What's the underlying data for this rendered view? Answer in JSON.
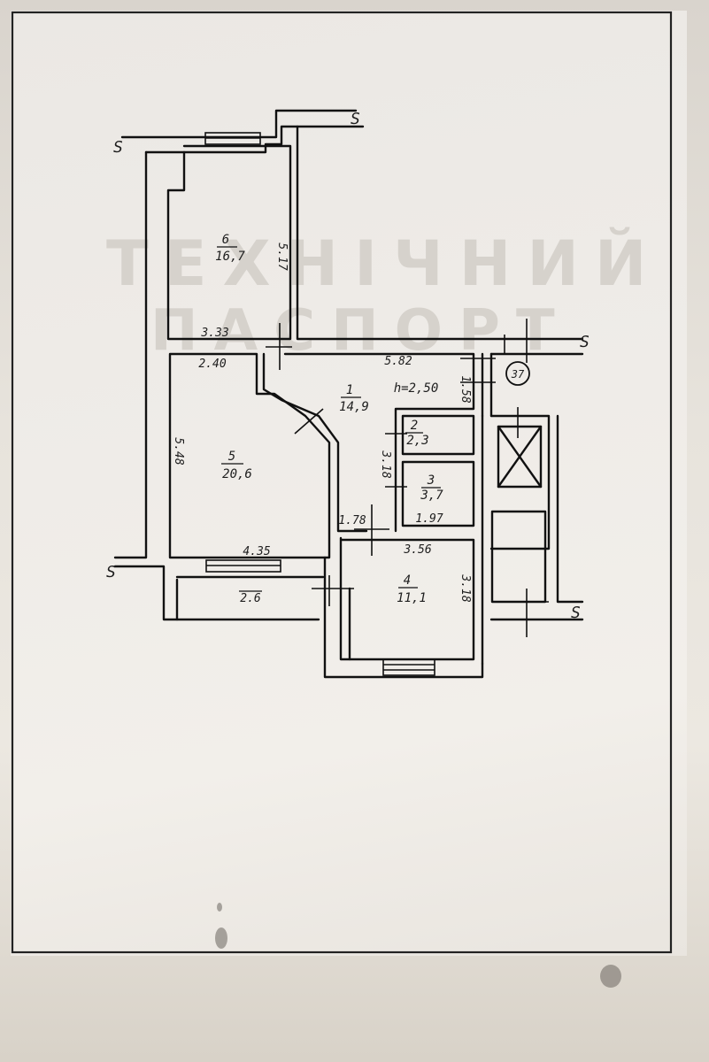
{
  "watermark": {
    "line1": "ТЕХНІЧНИЙ",
    "line2": "ПАСПОРТ"
  },
  "plan": {
    "ceiling_height": "h=2,50",
    "riser_marker": "37",
    "rooms": [
      {
        "id": "room-1",
        "number": "1",
        "area": "14,9"
      },
      {
        "id": "room-2",
        "number": "2",
        "area": "2,3"
      },
      {
        "id": "room-3",
        "number": "3",
        "area": "3,7"
      },
      {
        "id": "room-4",
        "number": "4",
        "area": "11,1"
      },
      {
        "id": "room-5",
        "number": "5",
        "area": "20,6"
      },
      {
        "id": "room-6",
        "number": "6",
        "area": "16,7"
      }
    ],
    "dimensions": {
      "d_3_33": "3.33",
      "d_5_17": "5.17",
      "d_2_40": "2.40",
      "d_5_82": "5.82",
      "d_1_58": "1.58",
      "d_5_48": "5.48",
      "d_3_18_a": "3.18",
      "d_1_97": "1.97",
      "d_1_78": "1.78",
      "d_3_56": "3.56",
      "d_4_35": "4.35",
      "d_2_6": "2.6",
      "d_3_18_b": "3.18"
    },
    "break_symbol": "S"
  }
}
